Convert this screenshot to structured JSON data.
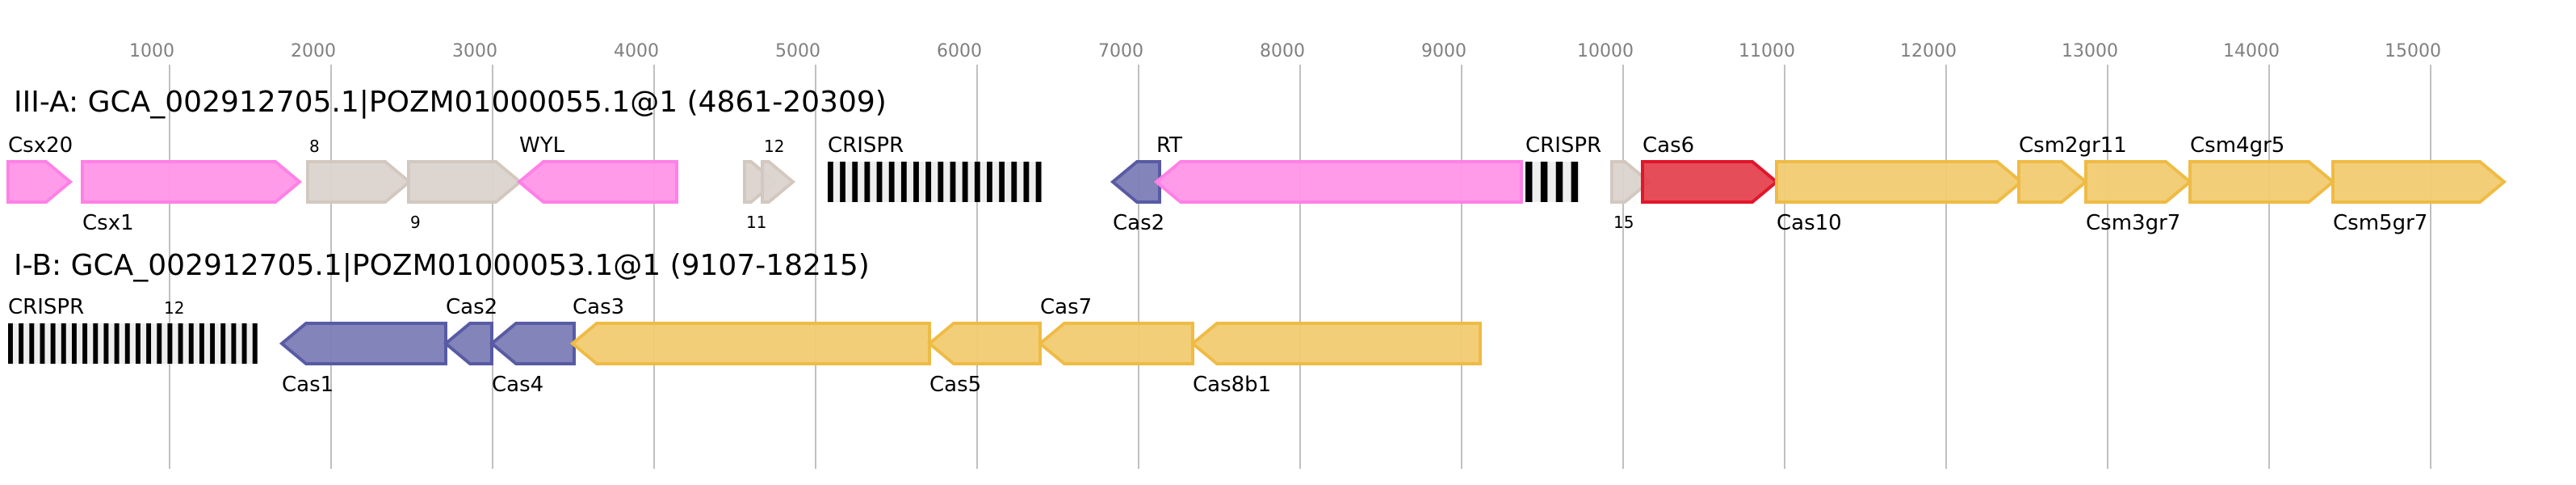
{
  "chart_data": {
    "type": "gene-map",
    "axis": {
      "ticks": [
        1000,
        2000,
        3000,
        4000,
        5000,
        6000,
        7000,
        8000,
        9000,
        10000,
        11000,
        12000,
        13000,
        14000,
        15000
      ],
      "range": [
        0,
        15800
      ],
      "grid": true
    },
    "colors": {
      "pink": {
        "fill": "#ff96e8",
        "stroke": "#ff80e6"
      },
      "grey": {
        "fill": "#dbd4ce",
        "stroke": "#d2c8bf"
      },
      "blue": {
        "fill": "#7b7db6",
        "stroke": "#585ba3"
      },
      "red": {
        "fill": "#e4434f",
        "stroke": "#e0162b"
      },
      "yellow": {
        "fill": "#f1cb72",
        "stroke": "#efbb44"
      },
      "crispr_dark": "#000000",
      "crispr_light": "#eeeeee"
    },
    "loci": [
      {
        "title": "III-A: GCA_002912705.1|POZM01000055.1@1 (4861-20309)",
        "features": [
          {
            "kind": "gene",
            "label": "Csx20",
            "start": 0,
            "end": 385,
            "strand": "+",
            "color": "pink",
            "label_pos": "above",
            "label_style": "name"
          },
          {
            "kind": "gene",
            "label": "Csx1",
            "start": 460,
            "end": 1805,
            "strand": "+",
            "color": "pink",
            "label_pos": "below",
            "label_style": "name"
          },
          {
            "kind": "gene",
            "label": "8",
            "start": 1855,
            "end": 2485,
            "strand": "+",
            "color": "grey",
            "label_pos": "above",
            "label_style": "num"
          },
          {
            "kind": "gene",
            "label": "9",
            "start": 2480,
            "end": 3170,
            "strand": "+",
            "color": "grey",
            "label_pos": "below",
            "label_style": "num"
          },
          {
            "kind": "gene",
            "label": "WYL",
            "start": 3165,
            "end": 4140,
            "strand": "-",
            "color": "pink",
            "label_pos": "above",
            "label_style": "name"
          },
          {
            "kind": "gene",
            "label": "11",
            "start": 4560,
            "end": 4750,
            "strand": "+",
            "color": "grey",
            "label_pos": "below",
            "label_style": "num"
          },
          {
            "kind": "gene",
            "label": "12",
            "start": 4670,
            "end": 4860,
            "strand": "+",
            "color": "grey",
            "label_pos": "above",
            "label_style": "num"
          },
          {
            "kind": "crispr",
            "label": "CRISPR",
            "start": 5075,
            "end": 6405,
            "repeats": 18,
            "label_pos": "above"
          },
          {
            "kind": "gene",
            "label": "Cas2",
            "start": 6840,
            "end": 7130,
            "strand": "-",
            "color": "blue",
            "label_pos": "below",
            "label_style": "name"
          },
          {
            "kind": "gene",
            "label": "RT",
            "start": 7110,
            "end": 9370,
            "strand": "-",
            "color": "pink",
            "label_pos": "above",
            "label_style": "name"
          },
          {
            "kind": "crispr",
            "label": "CRISPR",
            "start": 9395,
            "end": 9730,
            "repeats": 4,
            "label_pos": "above"
          },
          {
            "kind": "gene",
            "label": "15",
            "start": 9930,
            "end": 10160,
            "strand": "+",
            "color": "grey",
            "label_pos": "below",
            "label_style": "num"
          },
          {
            "kind": "gene",
            "label": "Cas6",
            "start": 10120,
            "end": 10950,
            "strand": "+",
            "color": "red",
            "label_pos": "above",
            "label_style": "name"
          },
          {
            "kind": "gene",
            "label": "Cas10",
            "start": 10950,
            "end": 12465,
            "strand": "+",
            "color": "yellow",
            "label_pos": "below",
            "label_style": "name"
          },
          {
            "kind": "gene",
            "label": "Csm2gr11",
            "start": 12450,
            "end": 12865,
            "strand": "+",
            "color": "yellow",
            "label_pos": "above",
            "label_style": "name"
          },
          {
            "kind": "gene",
            "label": "Csm3gr7",
            "start": 12865,
            "end": 13510,
            "strand": "+",
            "color": "yellow",
            "label_pos": "below",
            "label_style": "name"
          },
          {
            "kind": "gene",
            "label": "Csm4gr5",
            "start": 13510,
            "end": 14395,
            "strand": "+",
            "color": "yellow",
            "label_pos": "above",
            "label_style": "name"
          },
          {
            "kind": "gene",
            "label": "Csm5gr7",
            "start": 14395,
            "end": 15455,
            "strand": "+",
            "color": "yellow",
            "label_pos": "below",
            "label_style": "name"
          }
        ]
      },
      {
        "title": "I-B: GCA_002912705.1|POZM01000053.1@1 (9107-18215)",
        "features": [
          {
            "kind": "crispr",
            "label": "CRISPR",
            "start": 0,
            "end": 1550,
            "repeats": 24,
            "label_pos": "above"
          },
          {
            "kind": "label",
            "label": "12",
            "at": 1025,
            "label_pos": "above",
            "label_style": "num"
          },
          {
            "kind": "gene",
            "label": "Cas1",
            "start": 1695,
            "end": 2710,
            "strand": "-",
            "color": "blue",
            "label_pos": "below",
            "label_style": "name"
          },
          {
            "kind": "gene",
            "label": "Cas2",
            "start": 2710,
            "end": 2995,
            "strand": "-",
            "color": "blue",
            "label_pos": "above",
            "label_style": "name"
          },
          {
            "kind": "gene",
            "label": "Cas4",
            "start": 2995,
            "end": 3505,
            "strand": "-",
            "color": "blue",
            "label_pos": "below",
            "label_style": "name"
          },
          {
            "kind": "gene",
            "label": "Cas3",
            "start": 3495,
            "end": 5705,
            "strand": "-",
            "color": "yellow",
            "label_pos": "above",
            "label_style": "name"
          },
          {
            "kind": "gene",
            "label": "Cas5",
            "start": 5705,
            "end": 6390,
            "strand": "-",
            "color": "yellow",
            "label_pos": "below",
            "label_style": "name"
          },
          {
            "kind": "gene",
            "label": "Cas7",
            "start": 6390,
            "end": 7335,
            "strand": "-",
            "color": "yellow",
            "label_pos": "above",
            "label_style": "name"
          },
          {
            "kind": "gene",
            "label": "Cas8b1",
            "start": 7335,
            "end": 9115,
            "strand": "-",
            "color": "yellow",
            "label_pos": "below",
            "label_style": "name"
          }
        ]
      }
    ]
  }
}
